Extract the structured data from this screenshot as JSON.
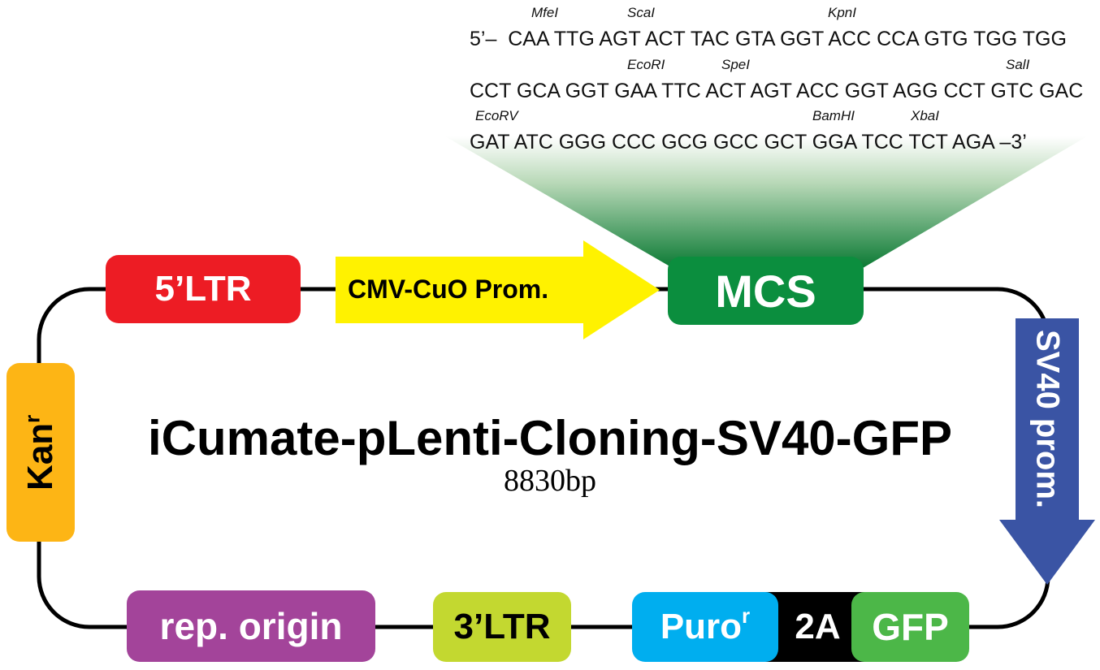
{
  "title": "iCumate-pLenti-Cloning-SV40-GFP",
  "size": "8830bp",
  "sequence": {
    "lines": [
      "5’–  CAA TTG AGT ACT TAC GTA GGT ACC CCA GTG TGG TGG",
      "CCT GCA GGT GAA TTC ACT AGT ACC GGT AGG CCT GTC GAC",
      "GAT ATC GGG CCC GCG GCC GCT GGA TCC TCT AGA –3’"
    ],
    "enzymes": [
      "MfeI",
      "ScaI",
      "KpnI",
      "EcoRI",
      "SpeI",
      "SalI",
      "EcoRV",
      "BamHI",
      "XbaI"
    ]
  },
  "features": {
    "ltr5": "5’LTR",
    "cmv": "CMV-CuO Prom.",
    "mcs": "MCS",
    "sv40": "SV40 prom.",
    "kan": "Kan",
    "kan_sup": "r",
    "rep": "rep. origin",
    "ltr3": "3’LTR",
    "puro": "Puro",
    "puro_sup": "r",
    "t2a": "2A",
    "gfp": "GFP"
  },
  "colors": {
    "ltr5": "#ED1C24",
    "cmv": "#FFF200",
    "mcs": "#0B8E3E",
    "sv40": "#3A54A4",
    "kan": "#FDB515",
    "rep": "#A3449A",
    "ltr3": "#C3D830",
    "puro": "#00AEEF",
    "t2a": "#000000",
    "gfp": "#4CB748"
  }
}
